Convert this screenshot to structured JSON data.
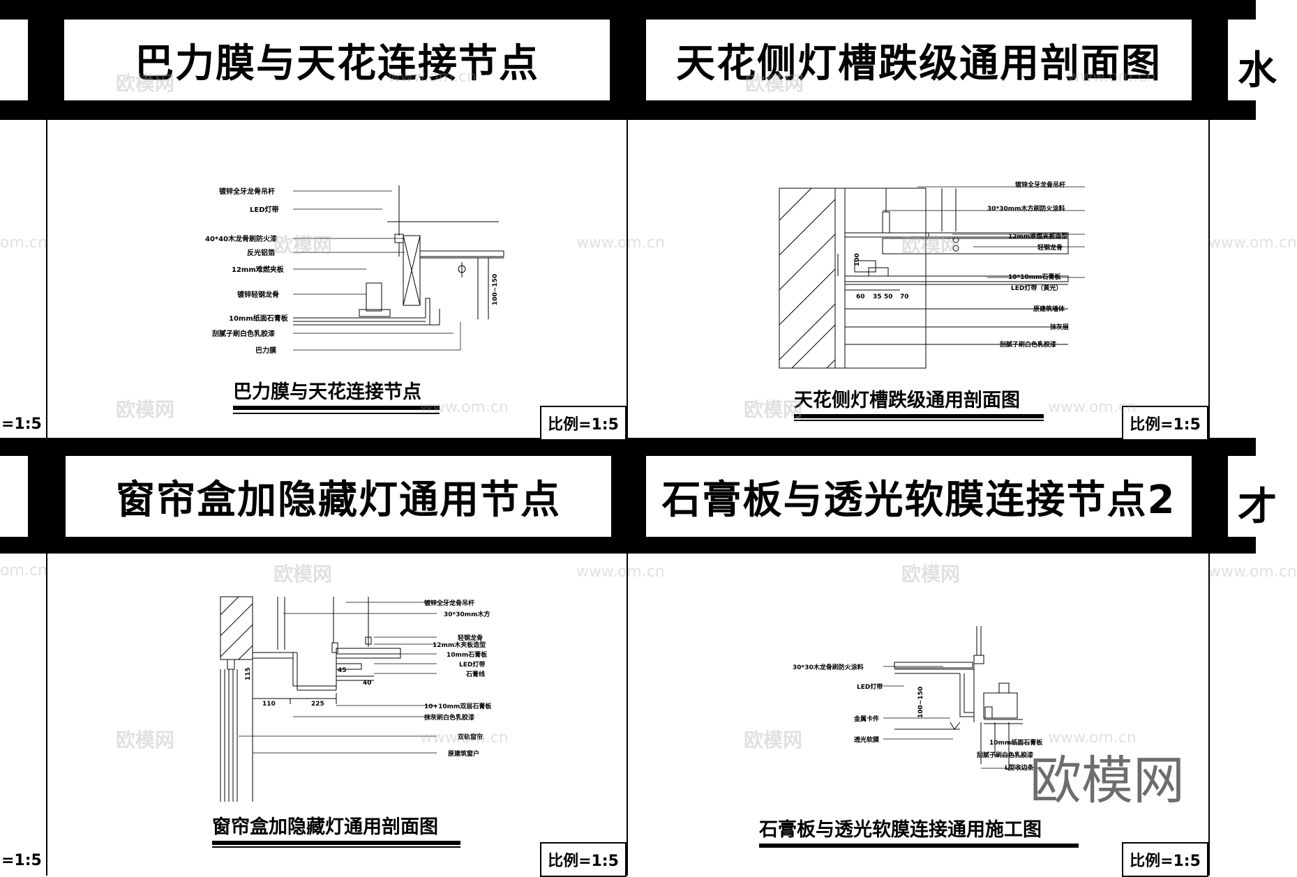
{
  "titles": {
    "p1": "巴力膜与天花连接节点",
    "p2": "天花侧灯槽跌级通用剖面图",
    "p3": "窗帘盒加隐藏灯通用节点",
    "p4": "石膏板与透光软膜连接节点2",
    "edge_top_right": "水",
    "edge_mid_right": "才"
  },
  "captions": {
    "p1": "巴力膜与天花连接节点",
    "p2": "天花侧灯槽跌级通用剖面图",
    "p3": "窗帘盒加隐藏灯通用剖面图",
    "p4": "石膏板与透光软膜连接通用施工图"
  },
  "scale": {
    "label": "比例=1:5",
    "edge_label": "=1:5"
  },
  "watermark": {
    "cn": "欧模网",
    "en": "www.om.cn",
    "en_short": "om.cn"
  },
  "p1_labels": [
    "镀锌全牙龙骨吊杆",
    "LED灯带",
    "40*40木龙骨刷防火漆",
    "反光铝箔",
    "12mm难燃夹板",
    "镀锌轻钢龙骨",
    "10mm纸面石膏板",
    "刮腻子刷白色乳胶漆",
    "巴力膜"
  ],
  "p1_dim": "100~150",
  "p2_labels": [
    "镀锌全牙龙骨吊杆",
    "30*30mm木方刷防火涂料",
    "12mm难燃夹板造型",
    "轻钢龙骨",
    "10*10mm石膏板",
    "LED灯带（黄光）",
    "原建筑墙体",
    "抹灰层",
    "刮腻子刷白色乳胶漆"
  ],
  "p2_dims": [
    "100",
    "60",
    "35",
    "50",
    "70"
  ],
  "p3_labels": [
    "镀锌全牙龙骨吊杆",
    "30*30mm木方",
    "轻钢龙骨",
    "12mm木夹板造型",
    "10mm石膏板",
    "LED灯带",
    "石膏线",
    "10+10mm双层石膏板",
    "抹灰刷白色乳胶漆",
    "双轨窗帘",
    "原建筑窗户"
  ],
  "p3_dims": [
    "45",
    "115",
    "110",
    "225",
    "40"
  ],
  "p4_labels_left": [
    "30*30木龙骨刷防火涂料",
    "LED灯带",
    "金属卡件",
    "透光软膜"
  ],
  "p4_labels_right": [
    "10mm纸面石膏板",
    "刮腻子刷白色乳胶漆",
    "L型收边条"
  ],
  "p4_dim": "100~150"
}
